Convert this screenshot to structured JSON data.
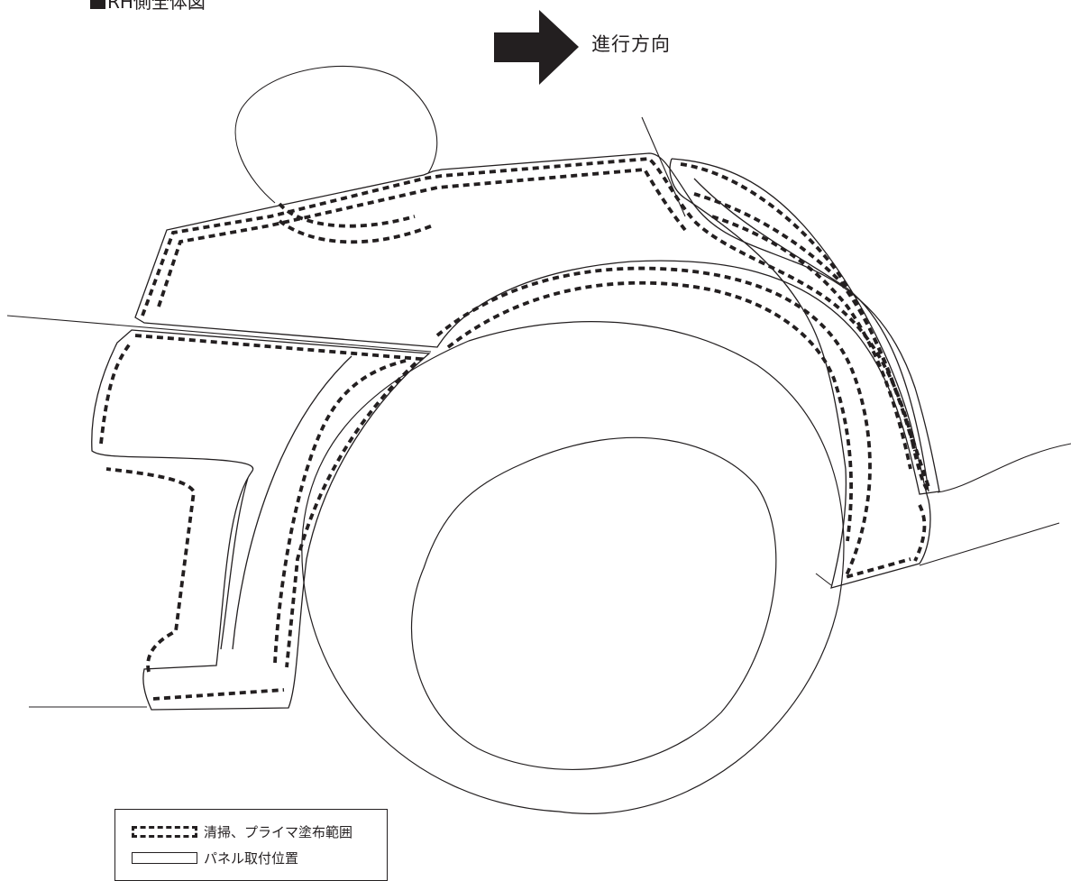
{
  "title": "RH側全体図",
  "direction_label": "進行方向",
  "legend": {
    "dashed_label": "清掃、プライマ塗布範囲",
    "solid_label": "パネル取付位置"
  },
  "colors": {
    "ink": "#231f20",
    "background": "#ffffff"
  }
}
